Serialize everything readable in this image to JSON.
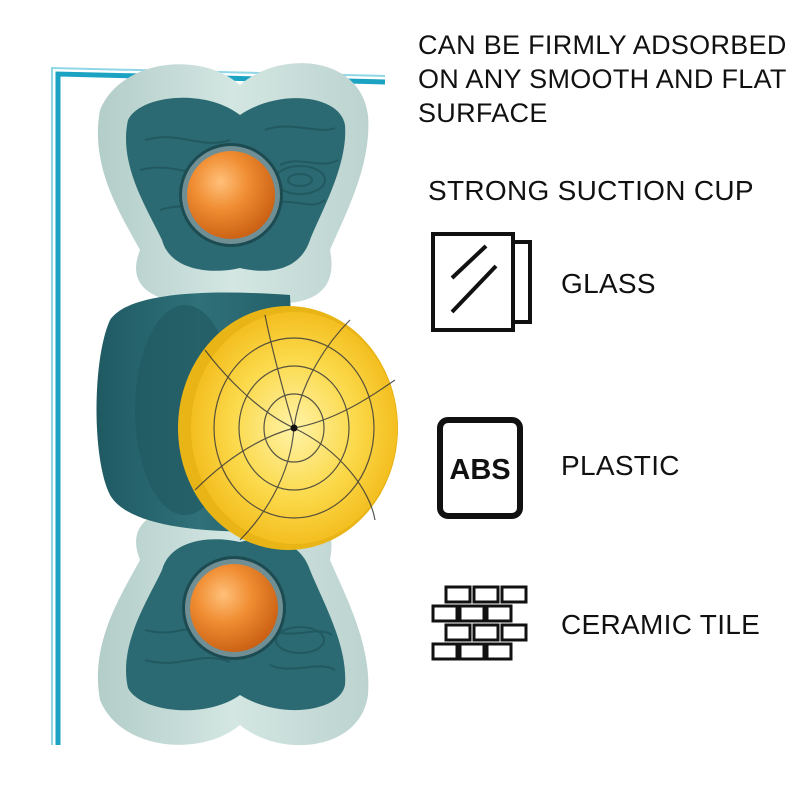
{
  "headline": {
    "lines": [
      "CAN BE FIRMLY ADSORBED",
      "ON ANY SMOOTH AND FLAT",
      "SURFACE"
    ]
  },
  "subtitle": "STRONG SUCTION CUP",
  "materials": [
    {
      "label": "GLASS",
      "icon": "glass-icon"
    },
    {
      "label": "PLASTIC",
      "icon": "abs-icon",
      "icon_text": "ABS"
    },
    {
      "label": "CERAMIC TILE",
      "icon": "brick-wall-icon"
    }
  ],
  "colors": {
    "glass_edge": "#1ca3c4",
    "frame_light": "#c6dcd8",
    "body_teal": "#2b6a72",
    "suction_cup": "#f7c522",
    "ball": "#ef8a2e",
    "text": "#111111"
  }
}
